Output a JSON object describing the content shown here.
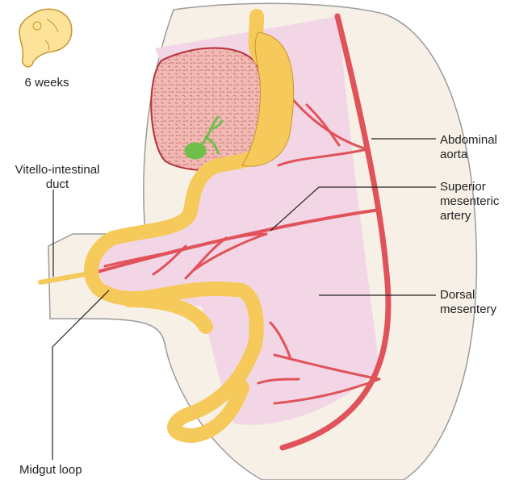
{
  "figure": {
    "stage_label": "6 weeks",
    "labels": {
      "abdominal_aorta": "Abdominal\naorta",
      "vitello_intestinal_duct": "Vitello-intestinal\nduct",
      "superior_mesenteric_artery": "Superior\nmesenteric\nartery",
      "dorsal_mesentery": "Dorsal\nmesentery",
      "midgut_loop": "Midgut loop"
    }
  },
  "colors": {
    "body_wall": "#f6f0e6",
    "body_outline": "#9c9c9c",
    "mesentery": "#f3d6e6",
    "artery": "#e0535a",
    "artery_dark": "#b73a40",
    "gut": "#f5c95a",
    "gut_light": "#fde29a",
    "gut_outline": "#c9962e",
    "liver": "#f0b9b3",
    "liver_outline": "#b8303c",
    "gallbladder": "#6fbf4a",
    "leader_line": "#222222"
  }
}
